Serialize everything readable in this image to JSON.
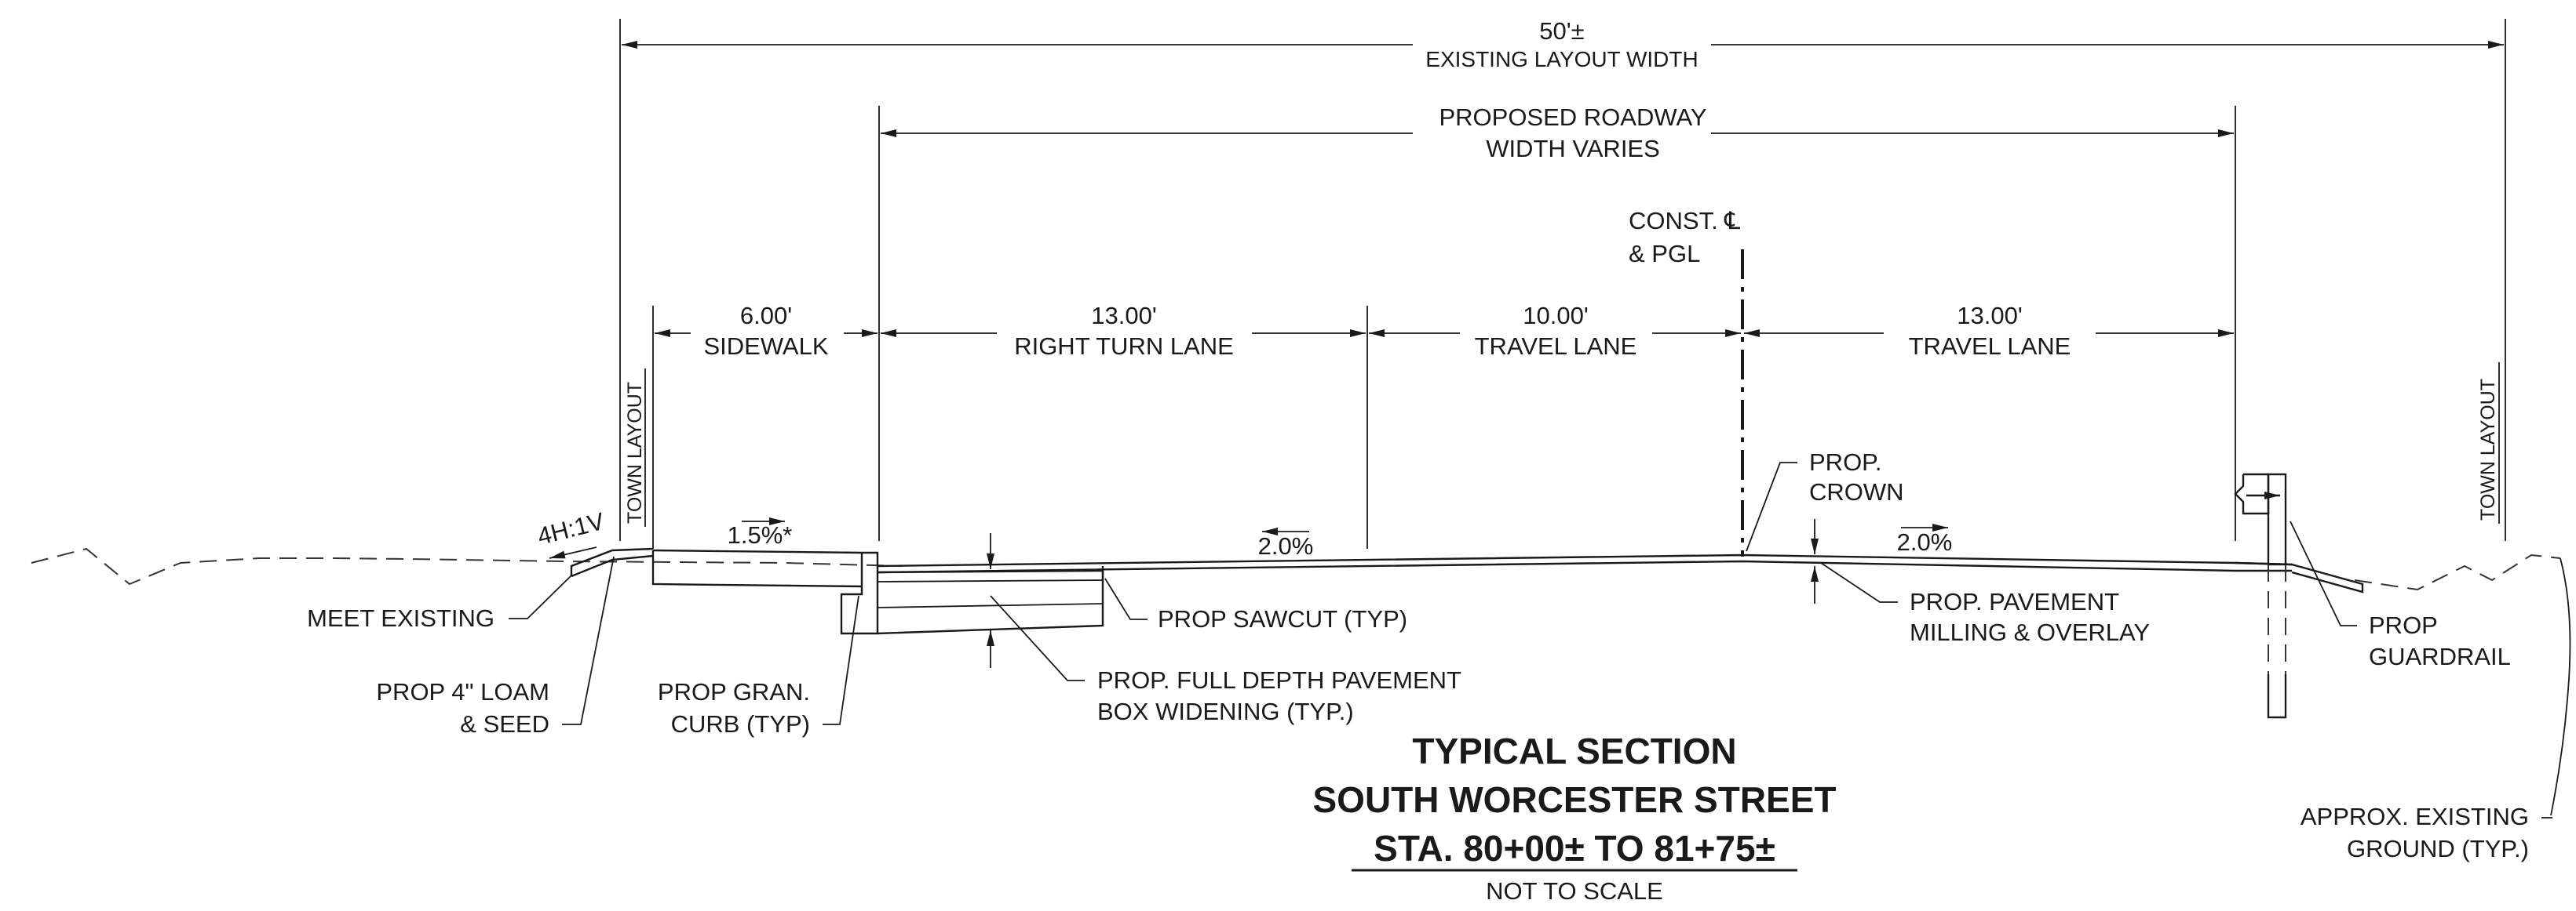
{
  "dimensions": {
    "layout_width_value": "50'±",
    "layout_width_label": "EXISTING  LAYOUT  WIDTH",
    "roadway_line1": "PROPOSED ROADWAY",
    "roadway_line2": "WIDTH VARIES",
    "centerline_line1": "CONST. ℄",
    "centerline_line2": "& PGL",
    "sidewalk_value": "6.00'",
    "sidewalk_label": "SIDEWALK",
    "right_turn_value": "13.00'",
    "right_turn_label": "RIGHT TURN LANE",
    "travel_lane_1_value": "10.00'",
    "travel_lane_1_label": "TRAVEL LANE",
    "travel_lane_2_value": "13.00'",
    "travel_lane_2_label": "TRAVEL LANE"
  },
  "layout_labels": {
    "left": "TOWN  LAYOUT",
    "right": "TOWN  LAYOUT"
  },
  "slopes": {
    "embankment": "4H:1V",
    "sidewalk": "1.5%*",
    "left_lanes": "2.0%",
    "right_lane": "2.0%"
  },
  "callouts": {
    "meet_existing": "MEET EXISTING",
    "loam_line1": "PROP 4\" LOAM",
    "loam_line2": "& SEED",
    "curb_line1": "PROP GRAN.",
    "curb_line2": "CURB (TYP)",
    "sawcut": "PROP SAWCUT (TYP)",
    "box_line1": "PROP. FULL DEPTH PAVEMENT",
    "box_line2": "BOX WIDENING (TYP.)",
    "crown_line1": "PROP.",
    "crown_line2": "CROWN",
    "milling_line1": "PROP. PAVEMENT",
    "milling_line2": "MILLING & OVERLAY",
    "guardrail_line1": "PROP",
    "guardrail_line2": "GUARDRAIL",
    "ground_line1": "APPROX. EXISTING",
    "ground_line2": "GROUND (TYP.)"
  },
  "title": {
    "line1": "TYPICAL SECTION",
    "line2": "SOUTH WORCESTER STREET",
    "line3": "STA. 80+00± TO 81+75±",
    "scale": "NOT TO SCALE"
  }
}
